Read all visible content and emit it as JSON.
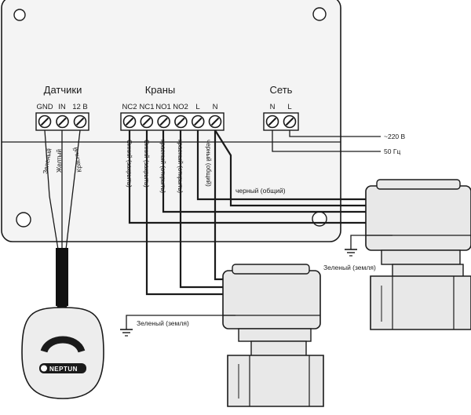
{
  "colors": {
    "ink": "#1a1a1a",
    "box": "#f4f4f4",
    "valve": "#e8e8e8",
    "sensor": "#ededed"
  },
  "groups": {
    "sensors": "Датчики",
    "valves": "Краны",
    "network": "Сеть"
  },
  "sensor_terminals": [
    "GND",
    "IN",
    "12 В"
  ],
  "valve_terminals": [
    "NC2",
    "NC1",
    "NO1",
    "NO2",
    "L",
    "N"
  ],
  "net_terminals": [
    "N",
    "L"
  ],
  "sensor_wires": [
    "Зеленый",
    "Желтый",
    "Красный"
  ],
  "valve_wires": [
    "Синий (закрыть)",
    "Синий (закрыть)",
    "красный (открыть)",
    "красный (открыть)",
    "черный (общий)"
  ],
  "network": {
    "voltage": "~220 В",
    "freq": "50 Гц"
  },
  "labels": {
    "common": "черный (общий)",
    "ground1": "Зеленый (земля)",
    "ground2": "Зеленый (земля)"
  },
  "sensor_logo": "NEPTUN"
}
